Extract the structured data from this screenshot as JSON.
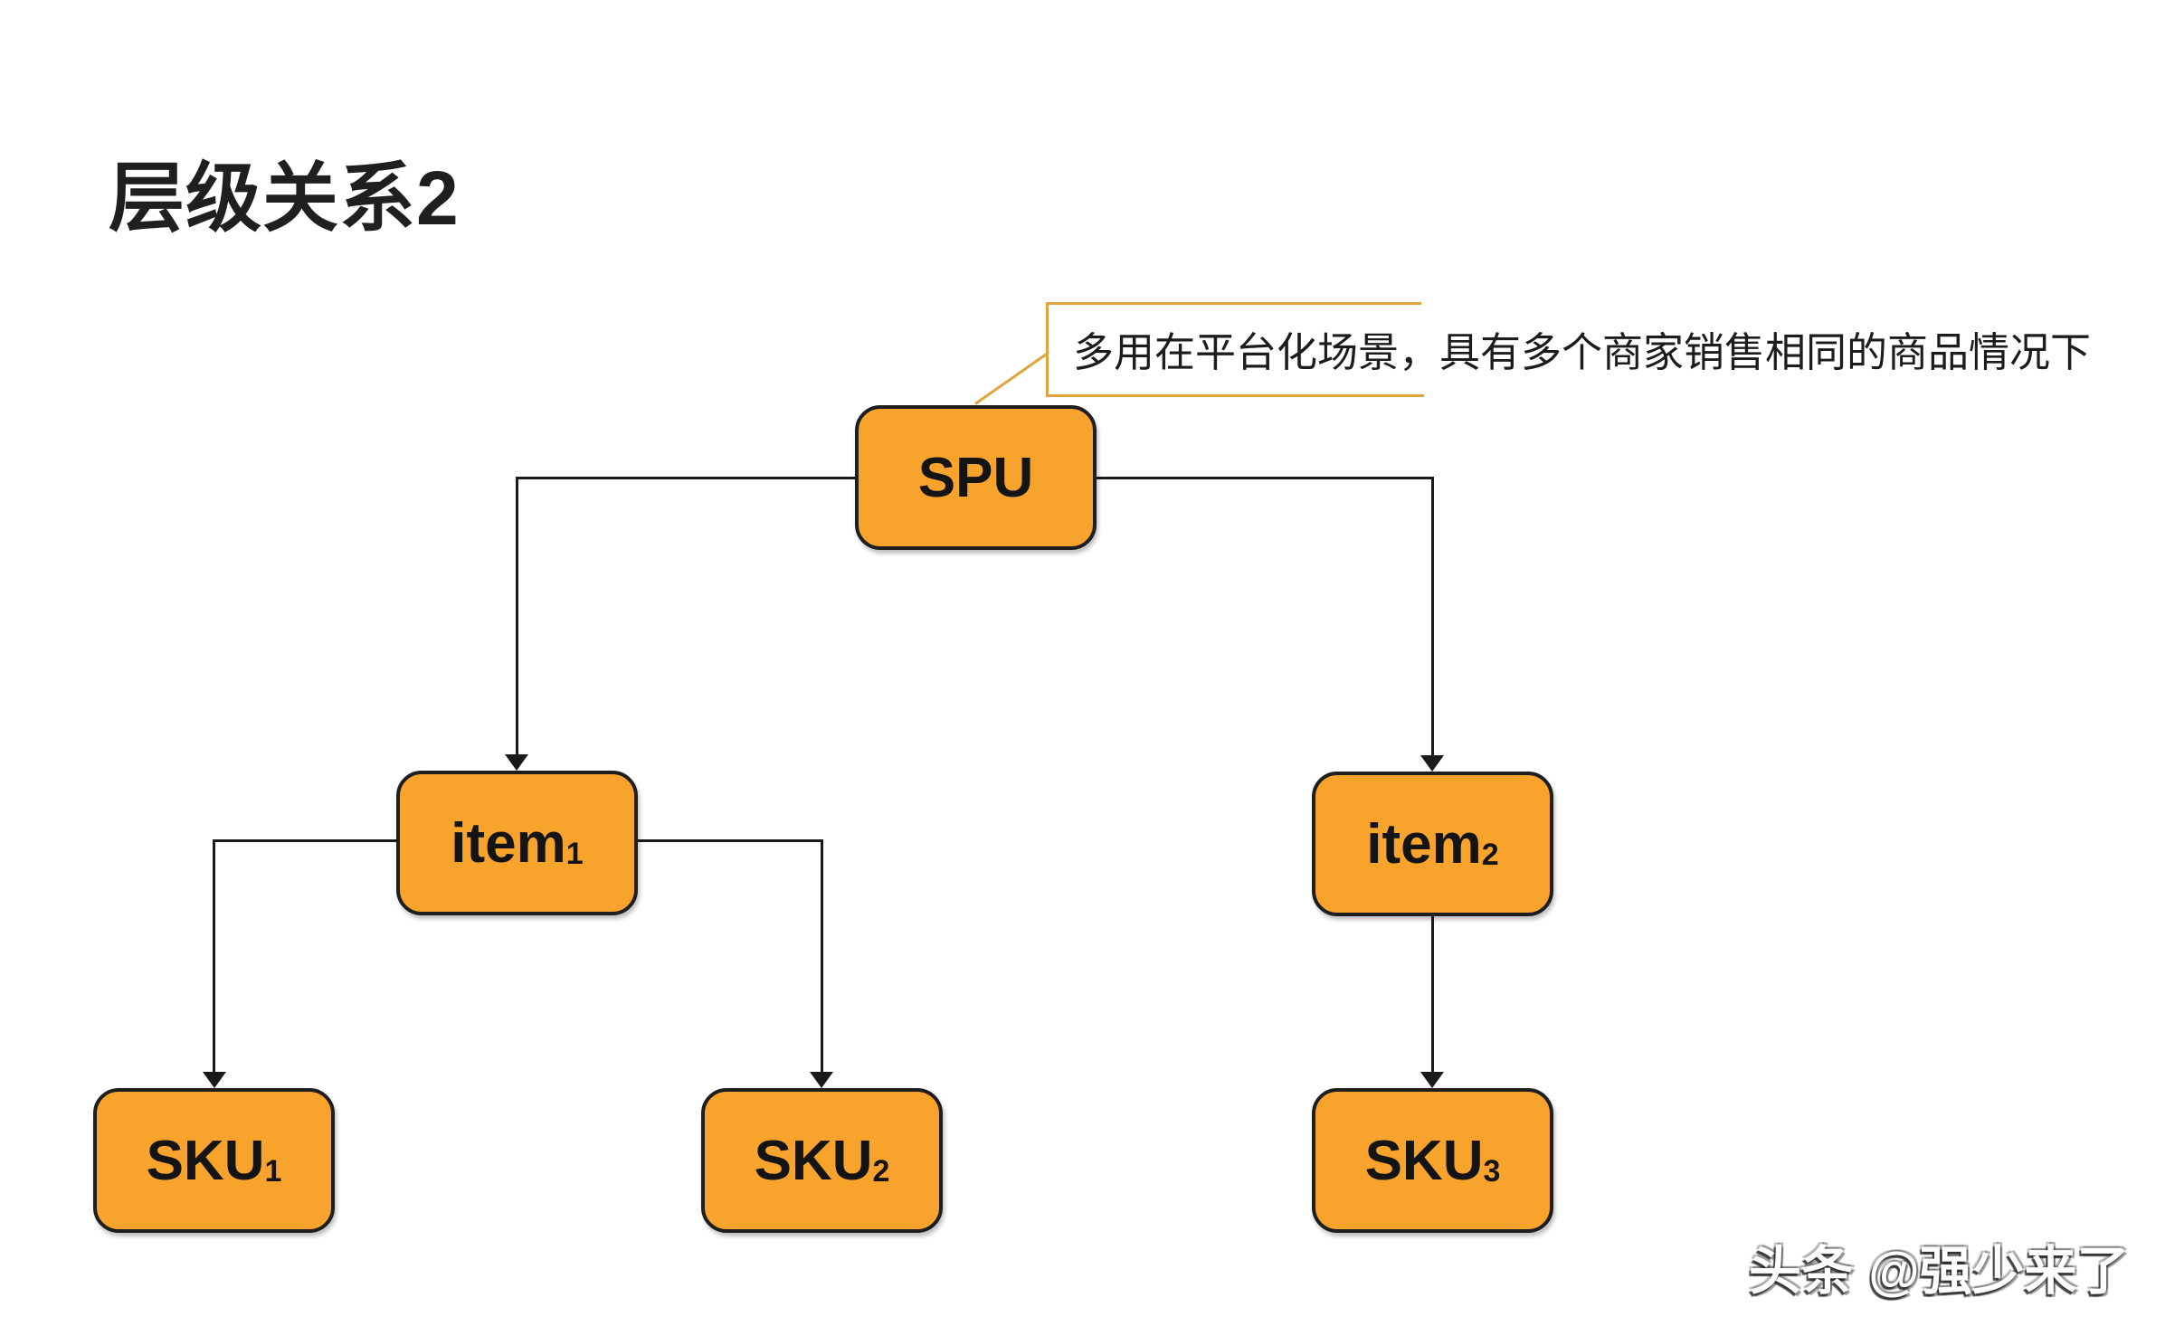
{
  "slide": {
    "title": "层级关系2",
    "callout_text": "多用在平台化场景，具有多个商家销售相同的商品情况下",
    "watermark": "头条 @强少来了"
  },
  "diagram": {
    "nodes": [
      {
        "id": "spu",
        "label": "SPU",
        "sub": ""
      },
      {
        "id": "item1",
        "label": "item",
        "sub": "1"
      },
      {
        "id": "item2",
        "label": "item",
        "sub": "2"
      },
      {
        "id": "sku1",
        "label": "SKU",
        "sub": "1"
      },
      {
        "id": "sku2",
        "label": "SKU",
        "sub": "2"
      },
      {
        "id": "sku3",
        "label": "SKU",
        "sub": "3"
      }
    ],
    "edges": [
      {
        "from": "SPU",
        "to": "item1"
      },
      {
        "from": "SPU",
        "to": "item2"
      },
      {
        "from": "item1",
        "to": "SKU1"
      },
      {
        "from": "item1",
        "to": "SKU2"
      },
      {
        "from": "item2",
        "to": "SKU3"
      }
    ],
    "colors": {
      "node_fill": "#F8A32C",
      "node_border": "#1E1E1E",
      "connector": "#1A1A1A",
      "callout_line": "#DFA43E",
      "text": "#1C1C1C",
      "background": "#FFFFFF"
    }
  }
}
